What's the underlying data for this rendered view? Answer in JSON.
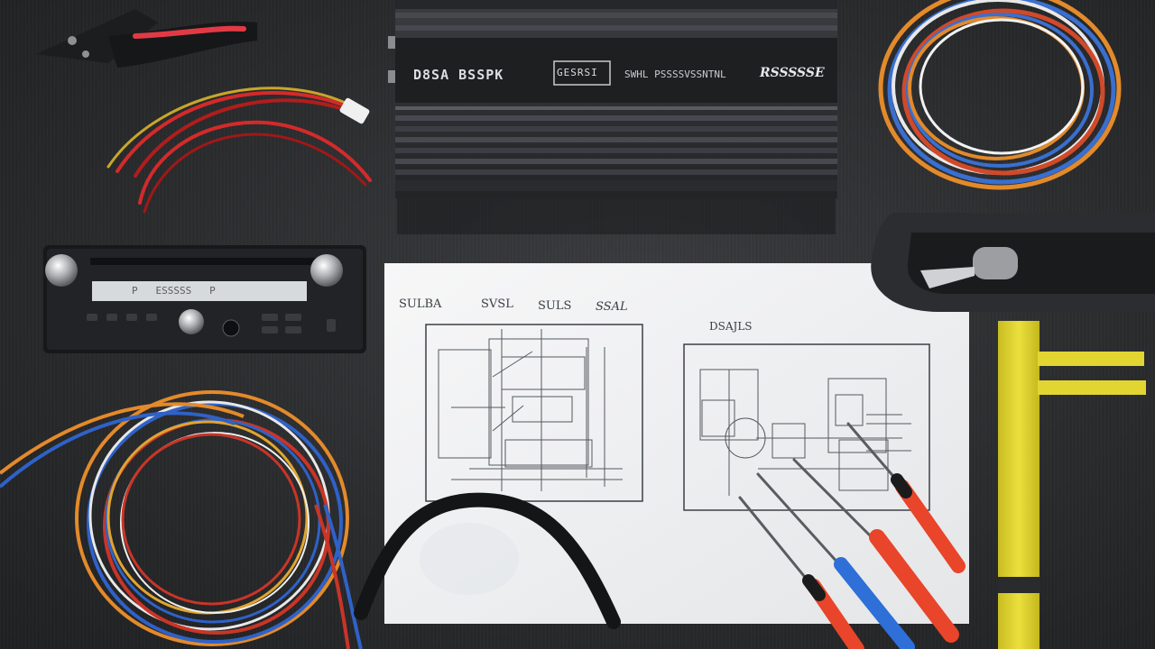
{
  "amplifier": {
    "brand": "D8SA BSSPK",
    "model": "GESRSI",
    "series": "SWHL PSSSSVSSNTNL",
    "tagline": "RSSSSSE"
  },
  "head_unit": {
    "display_text": "P   ESSSSS   P"
  },
  "schematic": {
    "header_1": "SULBA",
    "header_2": "SVSL",
    "header_3": "SULS",
    "header_4": "SSAL",
    "right_title": "DSAJLS"
  },
  "colors": {
    "table": "#2b2c2e",
    "amp_body": "#2e2f31",
    "paper": "#f1f2f3",
    "tool_yellow": "#e2d532",
    "screwdriver_red": "#e8452a",
    "screwdriver_blue": "#2e6fd8"
  }
}
